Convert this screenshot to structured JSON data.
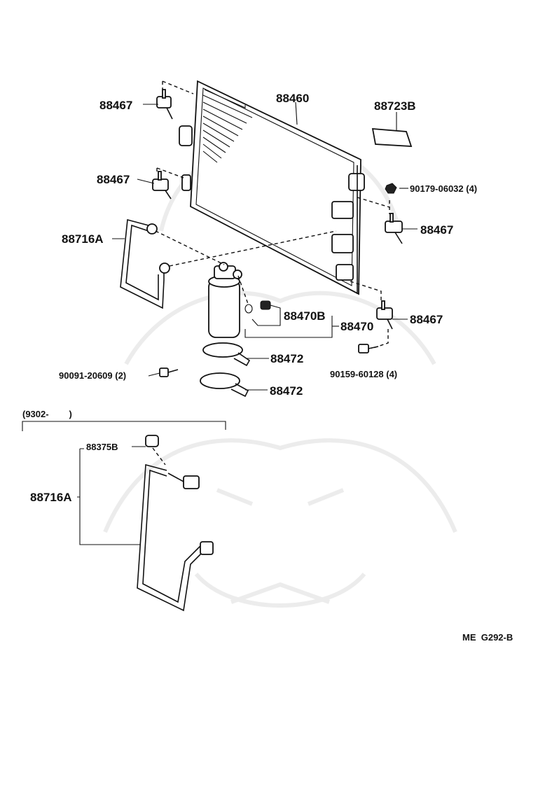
{
  "labels": {
    "p88460": "88460",
    "p88723b": "88723B",
    "p88467_a": "88467",
    "p88467_b": "88467",
    "p88467_c": "88467",
    "p88467_d": "88467",
    "p90179": "90179-06032 (4)",
    "p88716a_top": "88716A",
    "p88470b": "88470B",
    "p88470": "88470",
    "p88472_a": "88472",
    "p88472_b": "88472",
    "p90091": "90091-20609 (2)",
    "p90159": "90159-60128 (4)",
    "range_label": "(9302-        )",
    "p88375b": "88375B",
    "p88716a_bottom": "88716A",
    "code": "ME  G292-B"
  }
}
